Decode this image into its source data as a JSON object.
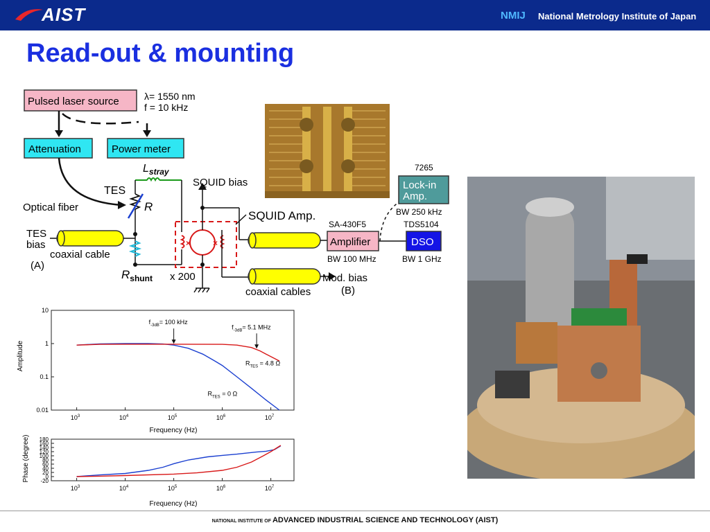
{
  "header": {
    "logo_text": "AIST",
    "nmij_logo": "NMIJ",
    "institute": "National Metrology Institute of Japan"
  },
  "slide": {
    "title": "Read-out & mounting"
  },
  "diagram": {
    "laser": "Pulsed laser source",
    "lambda": "λ= 1550 nm",
    "freq": "f = 10 kHz",
    "attenuation": "Attenuation",
    "power_meter": "Power meter",
    "l_stray": "L",
    "l_stray_sub": "stray",
    "tes": "TES",
    "r": "R",
    "optical_fiber": "Optical fiber",
    "tes_bias_1": "TES",
    "tes_bias_2": "bias",
    "coax_cable": "coaxial cable",
    "label_a": "(A)",
    "r_shunt": "R",
    "r_shunt_sub": "shunt",
    "squid_bias": "SQUID bias",
    "squid_amp": "SQUID Amp.",
    "x200": "x 200",
    "mod_bias": "Mod. bias",
    "coax_cables": "coaxial cables",
    "label_b": "(B)",
    "sa_model": "SA-430F5",
    "amplifier": "Amplifier",
    "amp_bw": "BW 100 MHz",
    "lockin_model": "7265",
    "lockin_1": "Lock-in",
    "lockin_2": "Amp.",
    "lockin_bw": "BW 250 kHz",
    "dso_model": "TDS5104",
    "dso": "DSO",
    "dso_bw": "BW 1 GHz"
  },
  "colors": {
    "header_bg": "#0b2a8c",
    "title": "#1a2fe0",
    "laser_box": "#f6b6c6",
    "cyan_box": "#2fe6f2",
    "coax": "#ffff00",
    "lockin": "#4f9b9b",
    "dso": "#1414e6",
    "tes_red": "#d81818",
    "tes_blue": "#1a3fd0"
  },
  "chart_data": [
    {
      "type": "line",
      "ylabel": "Amplitude",
      "xlabel": "Frequency (Hz)",
      "xscale": "log",
      "yscale": "log",
      "xlim": [
        300,
        30000000
      ],
      "ylim": [
        0.01,
        10
      ],
      "xticks": [
        1000,
        10000,
        100000,
        1000000,
        10000000
      ],
      "xtick_labels": [
        "10",
        "10",
        "10",
        "10",
        "10"
      ],
      "xtick_exps": [
        "3",
        "4",
        "5",
        "6",
        "7"
      ],
      "yticks": [
        0.01,
        0.1,
        1,
        10
      ],
      "ytick_labels": [
        "0.01",
        "0.1",
        "1",
        "10"
      ],
      "series": [
        {
          "color": "#1a3fd0",
          "x": [
            1000,
            3000,
            10000,
            30000,
            60000,
            100000,
            200000,
            400000,
            700000,
            1000000,
            2000000,
            4000000,
            8000000,
            15000000
          ],
          "y": [
            0.9,
            0.98,
            1.0,
            1.0,
            0.97,
            0.9,
            0.72,
            0.48,
            0.3,
            0.22,
            0.1,
            0.045,
            0.02,
            0.01
          ]
        },
        {
          "color": "#d81818",
          "x": [
            1000,
            3000,
            10000,
            100000,
            1000000,
            2000000,
            4000000,
            6000000,
            8000000,
            11000000,
            15000000
          ],
          "y": [
            0.9,
            0.95,
            0.96,
            0.96,
            0.95,
            0.9,
            0.76,
            0.6,
            0.48,
            0.38,
            0.3
          ]
        }
      ],
      "annotations": [
        {
          "text": "f",
          "sub": "-3dB",
          "rest": "= 100 kHz",
          "arrow_x": 100000,
          "arrow_y": 0.9
        },
        {
          "text": "f",
          "sub": "-3dB",
          "rest": "= 5.1 MHz",
          "arrow_x": 5100000,
          "arrow_y": 0.64
        },
        {
          "text": "R",
          "sub": "TES",
          "rest": " = 4.8 Ω",
          "x": 3000000,
          "y": 0.22
        },
        {
          "text": "R",
          "sub": "TES",
          "rest": " = 0 Ω",
          "x": 500000,
          "y": 0.027
        }
      ]
    },
    {
      "type": "line",
      "ylabel": "Phase (degree)",
      "xlabel": "Frequency (Hz)",
      "xscale": "log",
      "xlim": [
        300,
        30000000
      ],
      "ylim": [
        -20,
        180
      ],
      "xticks": [
        1000,
        10000,
        100000,
        1000000,
        10000000
      ],
      "xtick_labels": [
        "10",
        "10",
        "10",
        "10",
        "10"
      ],
      "xtick_exps": [
        "3",
        "4",
        "5",
        "6",
        "7"
      ],
      "yticks": [
        -20,
        0,
        20,
        40,
        60,
        80,
        100,
        120,
        140,
        160,
        180
      ],
      "ytick_labels": [
        "-20",
        "0",
        "20",
        "40",
        "60",
        "80",
        "100",
        "120",
        "140",
        "160",
        "180"
      ],
      "series": [
        {
          "color": "#1a3fd0",
          "x": [
            1000,
            3000,
            10000,
            30000,
            60000,
            100000,
            200000,
            500000,
            1000000,
            2000000,
            5000000,
            8000000,
            12000000,
            16000000
          ],
          "y": [
            0,
            8,
            15,
            30,
            45,
            62,
            80,
            95,
            102,
            108,
            118,
            122,
            130,
            148
          ]
        },
        {
          "color": "#d81818",
          "x": [
            1000,
            3000,
            10000,
            100000,
            300000,
            1000000,
            2000000,
            4000000,
            7000000,
            10000000,
            16000000
          ],
          "y": [
            0,
            2,
            5,
            12,
            18,
            30,
            45,
            70,
            100,
            120,
            150
          ]
        }
      ]
    }
  ]
}
